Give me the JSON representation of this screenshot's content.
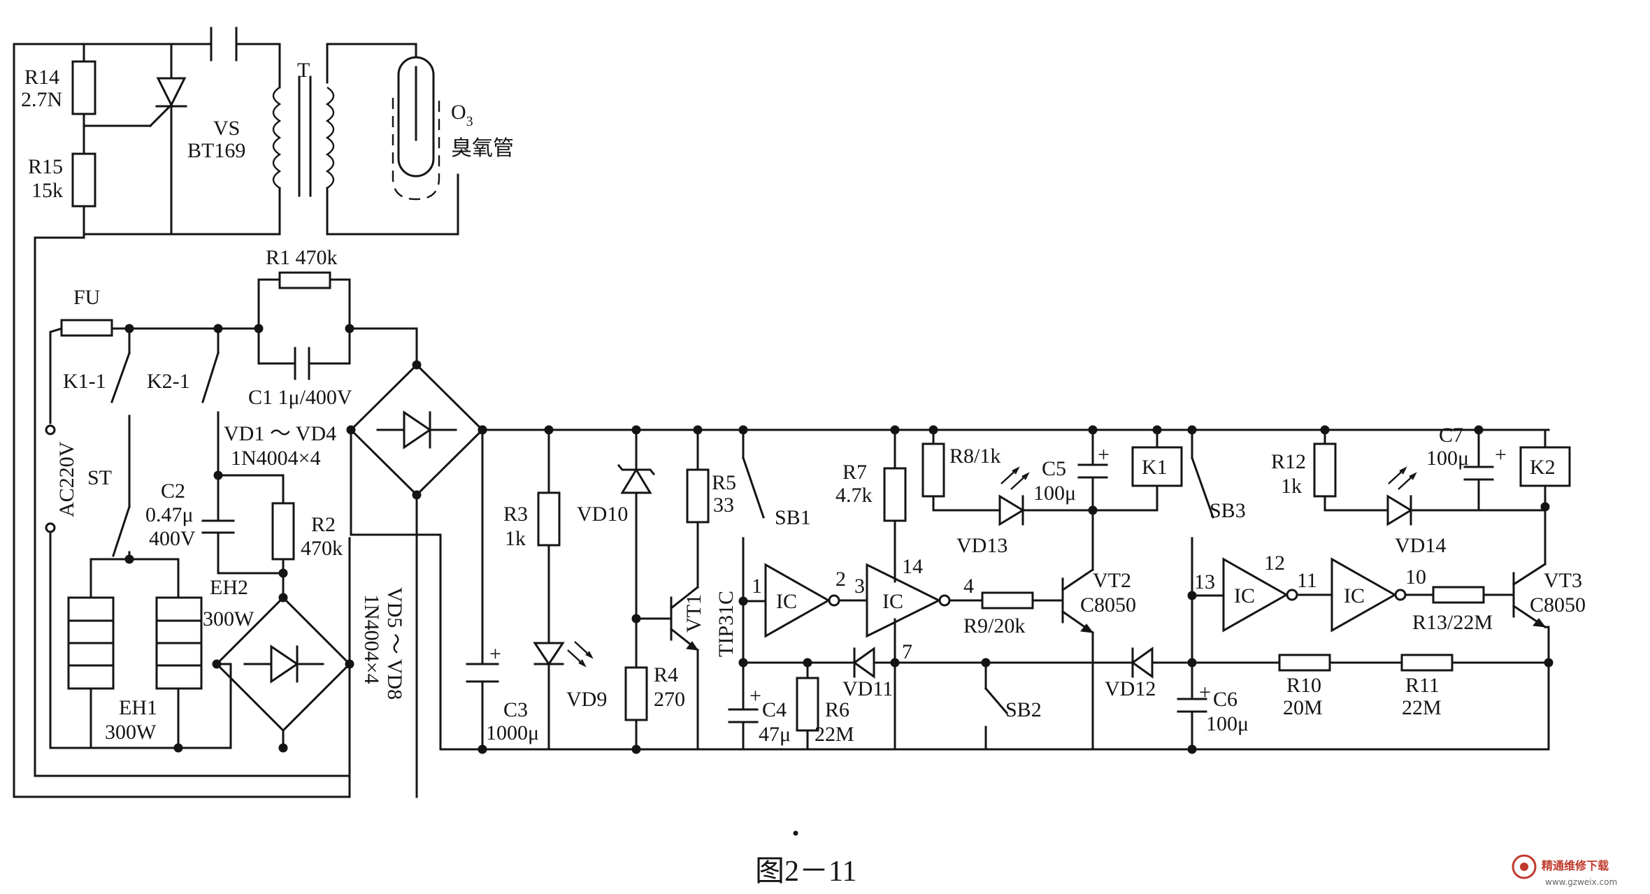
{
  "figure": {
    "caption": "图2－11"
  },
  "watermark": {
    "name": "精通维修下载",
    "url": "www.gzweix.com"
  },
  "colors": {
    "ink": "#141414",
    "paper": "#ffffff",
    "watermark": "#c0392b"
  },
  "components": {
    "R14": {
      "ref": "R14",
      "value": "2.7N"
    },
    "R15": {
      "ref": "R15",
      "value": "15k"
    },
    "VS": {
      "ref": "VS",
      "value": "BT169"
    },
    "T": {
      "ref": "T"
    },
    "O3": {
      "ref": "O",
      "sub": "3",
      "value": "臭氧管"
    },
    "R1": {
      "label": "R1 470k"
    },
    "C1": {
      "label": "C1 1μ/400V"
    },
    "FU": {
      "ref": "FU"
    },
    "K1_1": {
      "ref": "K1-1"
    },
    "K2_1": {
      "ref": "K2-1"
    },
    "AC": {
      "label": "AC220V"
    },
    "ST": {
      "ref": "ST"
    },
    "C2": {
      "ref": "C2",
      "value1": "0.47μ",
      "value2": "400V"
    },
    "VD1_4": {
      "ref": "VD1 ～ VD4",
      "value": "1N4004×4"
    },
    "R2": {
      "ref": "R2",
      "value": "470k"
    },
    "EH2": {
      "ref": "EH2",
      "value": "300W"
    },
    "EH1": {
      "ref": "EH1",
      "value": "300W"
    },
    "VD5_8": {
      "ref": "VD5 ～ VD8",
      "value": "1N4004×4"
    },
    "C3": {
      "ref": "C3",
      "value": "1000μ"
    },
    "R3": {
      "ref": "R3",
      "value": "1k"
    },
    "VD9": {
      "ref": "VD9"
    },
    "VD10": {
      "ref": "VD10"
    },
    "R4": {
      "ref": "R4",
      "value": "270"
    },
    "R5": {
      "ref": "R5",
      "value": "33"
    },
    "VT1": {
      "ref": "VT1",
      "value": "TIP31C"
    },
    "SB1": {
      "ref": "SB1"
    },
    "C4": {
      "ref": "C4",
      "value": "47μ"
    },
    "R6": {
      "ref": "R6",
      "value": "22M"
    },
    "VD11": {
      "ref": "VD11"
    },
    "R7": {
      "ref": "R7",
      "value": "4.7k"
    },
    "R8": {
      "label": "R8/1k"
    },
    "VD13": {
      "ref": "VD13"
    },
    "C5": {
      "ref": "C5",
      "value": "100μ"
    },
    "K1": {
      "ref": "K1"
    },
    "R9": {
      "label": "R9/20k"
    },
    "VT2": {
      "ref": "VT2",
      "value": "C8050"
    },
    "SB2": {
      "ref": "SB2"
    },
    "VD12": {
      "ref": "VD12"
    },
    "SB3": {
      "ref": "SB3"
    },
    "C6": {
      "ref": "C6",
      "value": "100μ"
    },
    "R10": {
      "ref": "R10",
      "value": "20M"
    },
    "R11": {
      "ref": "R11",
      "value": "22M"
    },
    "R12": {
      "ref": "R12",
      "value": "1k"
    },
    "VD14": {
      "ref": "VD14"
    },
    "C7": {
      "ref": "C7",
      "value": "100μ"
    },
    "K2": {
      "ref": "K2"
    },
    "R13": {
      "label": "R13/22M"
    },
    "VT3": {
      "ref": "VT3",
      "value": "C8050"
    }
  },
  "ic": {
    "label": "IC",
    "pins": {
      "p1": "1",
      "p2": "2",
      "p3": "3",
      "p4": "4",
      "p7": "7",
      "p10": "10",
      "p11": "11",
      "p12": "12",
      "p13": "13",
      "p14": "14"
    }
  },
  "polarity": {
    "plus": "+"
  }
}
